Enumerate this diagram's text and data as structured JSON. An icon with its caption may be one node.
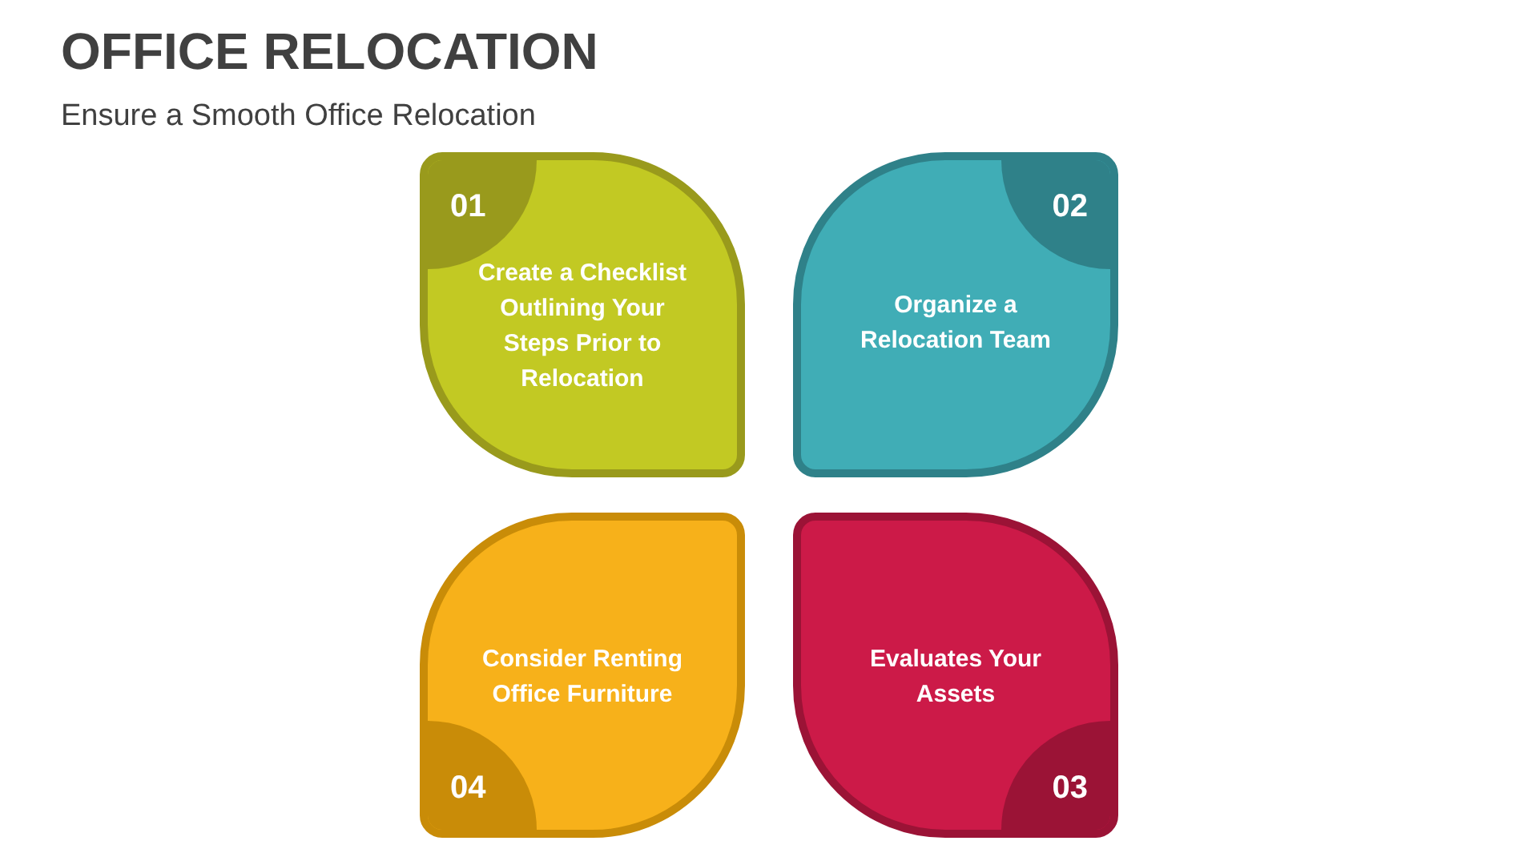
{
  "diagram": {
    "title": "OFFICE RELOCATION",
    "nodes": [
      {
        "text": [
          "01",
          "Create a Checklist Outlining Your Steps Prior to Relocation"
        ]
      },
      {
        "text": [
          "02",
          "Organize a Relocation Team"
        ]
      },
      {
        "text": [
          "Consider Renting Office Furniture",
          "04"
        ]
      },
      {
        "text": [
          "Evaluates Your Assets",
          "03"
        ]
      }
    ],
    "labels": [
      "Ensure a Smooth Office Relocation"
    ]
  }
}
